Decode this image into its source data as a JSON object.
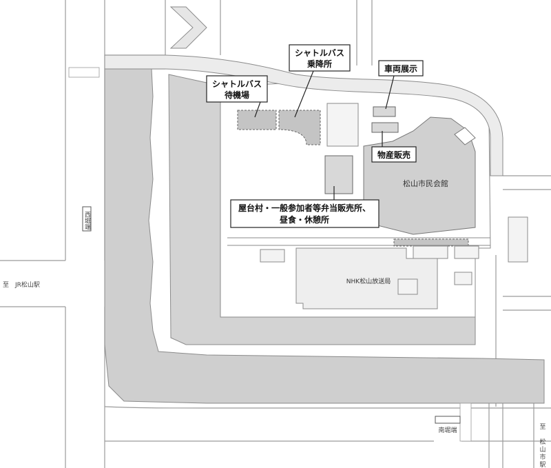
{
  "labels": {
    "shuttle_wait": [
      "シャトルバス",
      "待機場"
    ],
    "shuttle_stop": [
      "シャトルバス",
      "乗降所"
    ],
    "vehicle_display": "車両展示",
    "products_sale": "物産販売",
    "stalls": [
      "屋台村・一般参加者等弁当販売所、",
      "昼食・休憩所"
    ]
  },
  "buildings": {
    "civic_hall": "松山市民会館",
    "nhk": "NHK松山放送局"
  },
  "stops": {
    "nishi_horibata": "西堀端",
    "minami_horibata": "南堀端"
  },
  "directions": {
    "jr_station": "至　JR松山駅",
    "matsuyamashi_station": [
      "至",
      "松",
      "山",
      "市",
      "駅"
    ]
  }
}
